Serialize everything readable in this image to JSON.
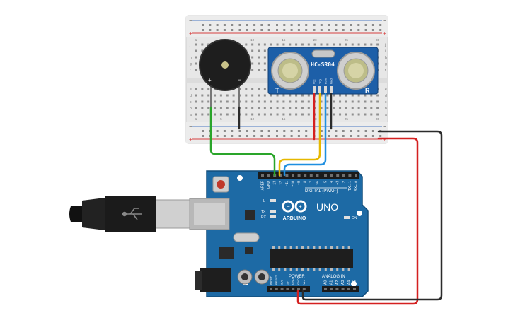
{
  "breadboard": {
    "rail_plus": "+",
    "rail_minus": "−",
    "row_letters_top": [
      "j",
      "i",
      "h",
      "g",
      "f"
    ],
    "row_letters_bottom": [
      "e",
      "d",
      "c",
      "b",
      "a"
    ],
    "column_numbers": [
      "1",
      "5",
      "10",
      "15",
      "20",
      "25",
      "30"
    ]
  },
  "buzzer": {
    "plus_label": "+",
    "minus_label": "−"
  },
  "sensor": {
    "title": "HC-SR04",
    "pins": [
      "Vcc",
      "Trig",
      "Echo",
      "Gnd"
    ],
    "left_mark": "T",
    "right_mark": "R"
  },
  "arduino": {
    "brand": "ARDUINO",
    "model": "UNO",
    "digital_label": "DIGITAL (PWM~)",
    "digital_pins": [
      "AREF",
      "GND",
      "13",
      "12",
      "~11",
      "~10",
      "~9",
      "8",
      "7",
      "~6",
      "~5",
      "4",
      "~3",
      "2",
      "TX→1",
      "RX←0"
    ],
    "led_labels": [
      "L",
      "TX",
      "RX"
    ],
    "on_label": "ON",
    "power_label": "POWER",
    "power_pins": [
      "IOREF",
      "RESET",
      "3V3",
      "5V",
      "GND",
      "GND",
      "Vin"
    ],
    "analog_label": "ANALOG IN",
    "analog_pins": [
      "A0",
      "A1",
      "A2",
      "A3",
      "A4",
      "A5"
    ]
  },
  "wires": {
    "colors": {
      "green": "#2aa52a",
      "yellow": "#e6b800",
      "blue": "#1f8fe0",
      "red": "#d42020",
      "black": "#2b2b2b"
    }
  },
  "colors": {
    "board_blue": "#1d6aa5",
    "board_dark": "#134e7c",
    "breadboard_bg": "#e9e9e9",
    "rail_red": "#d64040",
    "rail_blue": "#4a78c2"
  }
}
